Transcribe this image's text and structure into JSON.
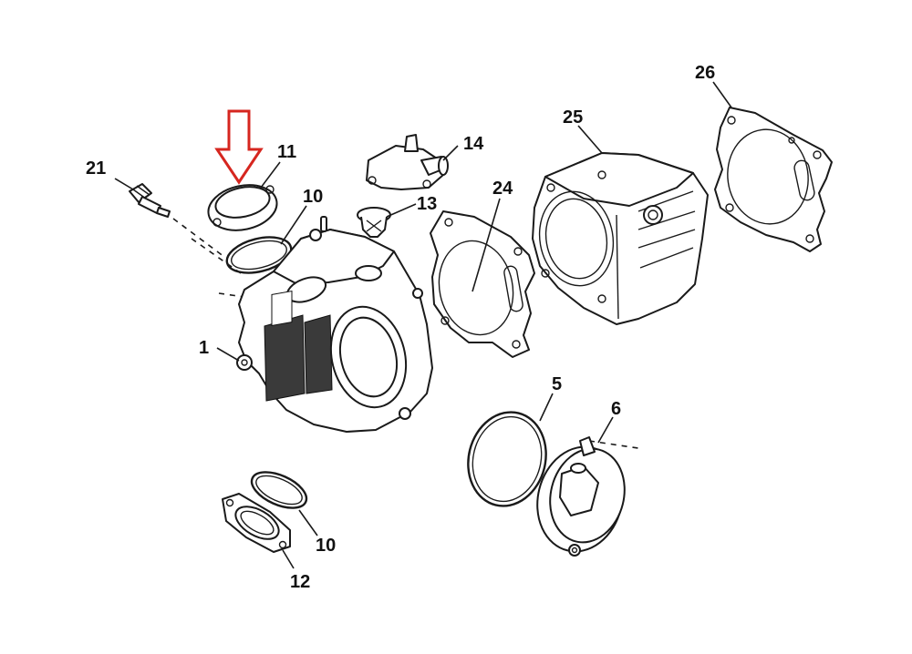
{
  "diagram": {
    "callouts": [
      {
        "id": "c1",
        "text": "1"
      },
      {
        "id": "c5",
        "text": "5"
      },
      {
        "id": "c6",
        "text": "6"
      },
      {
        "id": "c10a",
        "text": "10"
      },
      {
        "id": "c10b",
        "text": "10"
      },
      {
        "id": "c11",
        "text": "11"
      },
      {
        "id": "c12",
        "text": "12"
      },
      {
        "id": "c13",
        "text": "13"
      },
      {
        "id": "c14",
        "text": "14"
      },
      {
        "id": "c21",
        "text": "21"
      },
      {
        "id": "c24",
        "text": "24"
      },
      {
        "id": "c25",
        "text": "25"
      },
      {
        "id": "c26",
        "text": "26"
      }
    ],
    "highlight_arrow_color": "#d6261f",
    "line_color": "#1a1a1a",
    "background": "#ffffff"
  }
}
